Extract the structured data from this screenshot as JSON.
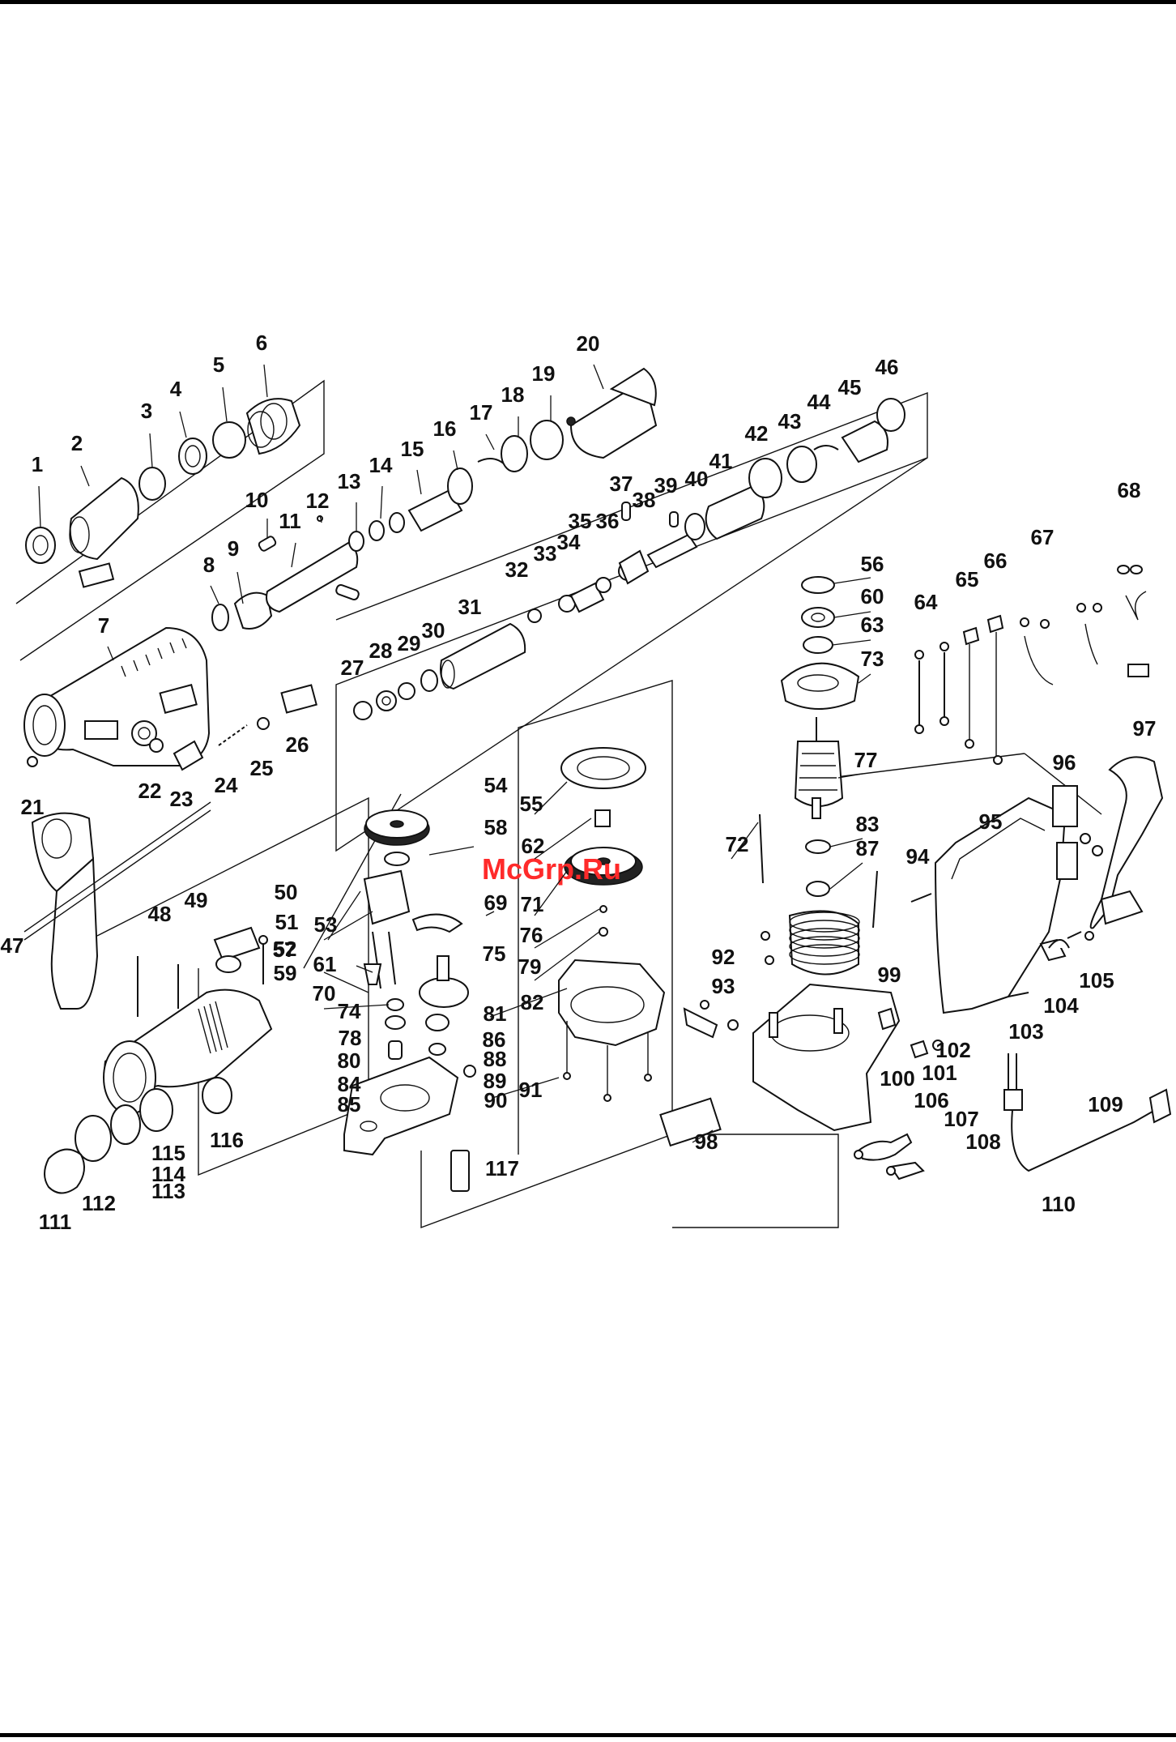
{
  "watermark": "McGrp.Ru",
  "parts": [
    "1",
    "2",
    "3",
    "4",
    "5",
    "6",
    "7",
    "8",
    "9",
    "10",
    "11",
    "12",
    "13",
    "14",
    "15",
    "16",
    "17",
    "18",
    "19",
    "20",
    "21",
    "22",
    "23",
    "24",
    "25",
    "26",
    "27",
    "28",
    "29",
    "30",
    "31",
    "32",
    "33",
    "34",
    "35",
    "36",
    "37",
    "38",
    "39",
    "40",
    "41",
    "42",
    "43",
    "44",
    "45",
    "46",
    "47",
    "48",
    "49",
    "50",
    "51",
    "52",
    "53",
    "54",
    "55",
    "56",
    "57",
    "58",
    "59",
    "60",
    "61",
    "62",
    "63",
    "64",
    "65",
    "66",
    "67",
    "68",
    "69",
    "70",
    "71",
    "72",
    "73",
    "74",
    "75",
    "76",
    "77",
    "78",
    "79",
    "80",
    "81",
    "82",
    "83",
    "84",
    "85",
    "86",
    "87",
    "88",
    "89",
    "90",
    "91",
    "92",
    "93",
    "94",
    "95",
    "96",
    "97",
    "98",
    "99",
    "100",
    "101",
    "102",
    "103",
    "104",
    "105",
    "106",
    "107",
    "108",
    "109",
    "110",
    "111",
    "112",
    "113",
    "114",
    "115",
    "116",
    "117"
  ]
}
